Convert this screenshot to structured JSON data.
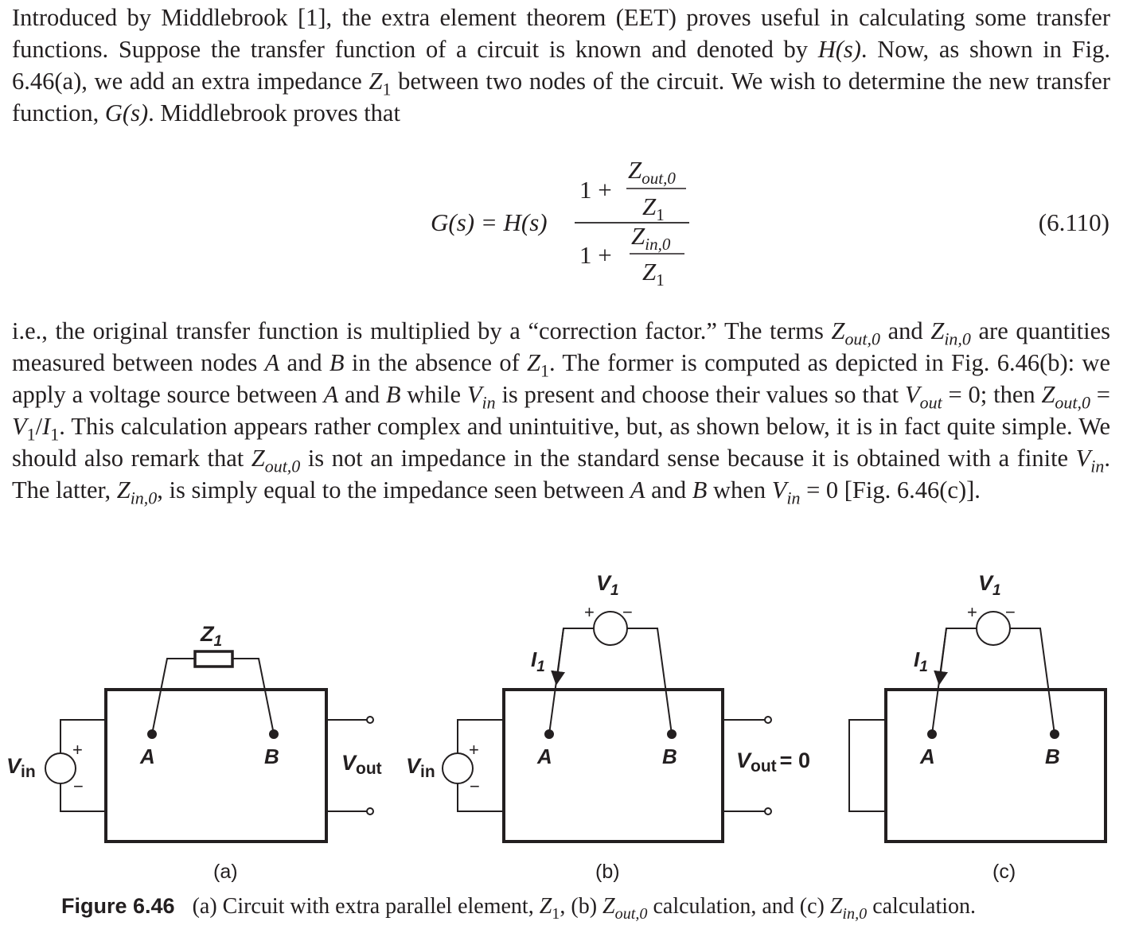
{
  "paragraph1": {
    "t1": "Introduced by Middlebrook [1], the extra element theorem (EET) proves useful in calculating some transfer functions. Suppose the transfer function of a circuit is known and denoted by ",
    "t2": ". Now, as shown in Fig. 6.46(a), we add an extra impedance ",
    "t3": " between two nodes of the circuit. We wish to determine the new transfer function, ",
    "t4": ". Middlebrook proves that"
  },
  "equation": {
    "lhs": "G(s) = H(s)",
    "one_plus": "1 +",
    "z_out0": "Z",
    "z_out0_sub": "out,0",
    "z_in0_sub": "in,0",
    "z1": "Z",
    "z1_sub": "1",
    "number": "(6.110)"
  },
  "paragraph2": {
    "t1": "i.e., the original transfer function is multiplied by a “correction factor.” The terms ",
    "t2": " and ",
    "t3": " are quantities measured between nodes ",
    "t4": " and ",
    "t5": " in the absence of ",
    "t6": ". The former is computed as depicted in Fig. 6.46(b): we apply a voltage source between ",
    "t7": " and ",
    "t8": " while ",
    "t9": " is present and choose their values so that ",
    "t10": " = 0; then ",
    "t11": " = ",
    "t12": ". This calculation appears rather complex and unintuitive, but, as shown below, it is in fact quite simple. We should also remark that ",
    "t13": " is not an impedance in the standard sense because it is obtained with a finite ",
    "t14": ". The latter, ",
    "t15": ", is simply equal to the impedance seen between ",
    "t16": " and ",
    "t17": " when ",
    "t18": " = 0 [Fig. 6.46(c)]."
  },
  "math": {
    "Hs": "H(s)",
    "Gs": "G(s)",
    "Z": "Z",
    "V": "V",
    "I": "I",
    "A": "A",
    "B": "B",
    "sub_1": "1",
    "sub_out0": "out,0",
    "sub_in0": "in,0",
    "sub_out": "out",
    "sub_in": "in",
    "slash": "/"
  },
  "figure": {
    "z1_label": "Z",
    "z1_sub": "1",
    "v1_label": "V",
    "v1_sub": "1",
    "i1_label": "I",
    "i1_sub": "1",
    "node_a": "A",
    "node_b": "B",
    "vin_label": "V",
    "vin_sub": "in",
    "vout_label": "V",
    "vout_sub": "out",
    "vout_zero": "= 0",
    "plus": "+",
    "minus": "−",
    "panel_a": "(a)",
    "panel_b": "(b)",
    "panel_c": "(c)"
  },
  "caption": {
    "figure_label": "Figure 6.46",
    "t1": "(a) Circuit with extra parallel element, ",
    "t2": ", (b) ",
    "t3": " calculation, and (c) ",
    "t4": " calculation."
  }
}
